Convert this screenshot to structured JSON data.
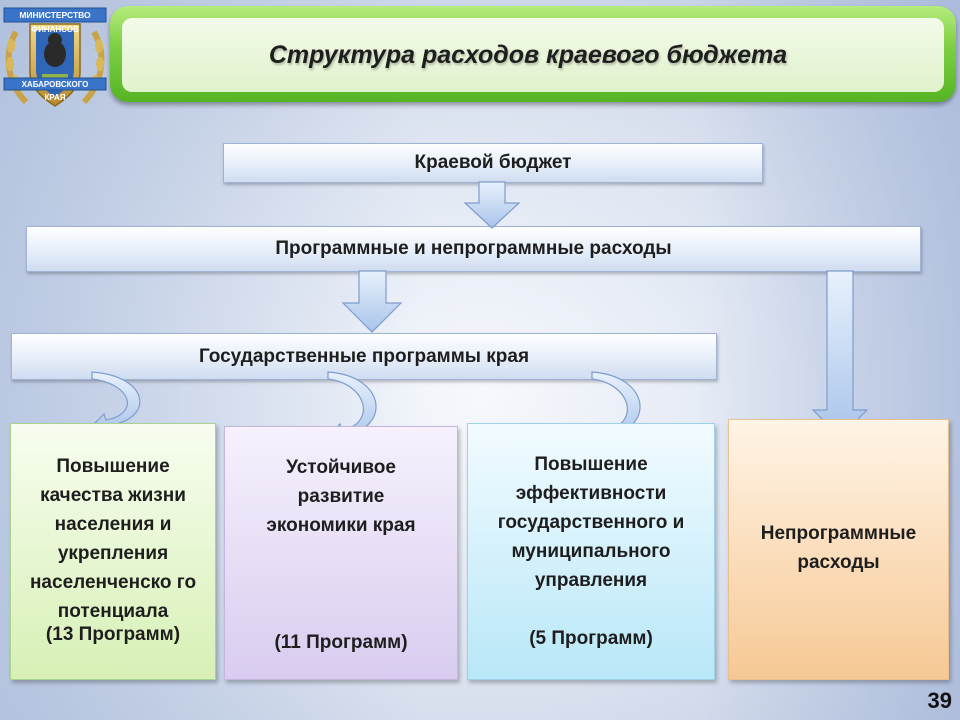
{
  "emblem": {
    "line1": "МИНИСТЕРСТВО",
    "line2": "ФИНАНСОВ",
    "line3": "ХАБАРОВСКОГО",
    "line4": "КРАЯ"
  },
  "title": "Структура расходов краевого бюджета",
  "levels": {
    "budget": "Краевой бюджет",
    "expenses": "Программные и непрограммные расходы",
    "programs": "Государственные программы края"
  },
  "boxes": [
    {
      "text": "Повышение качества жизни населения и укрепления населенченско го потенциала",
      "count": "(13 Программ)"
    },
    {
      "text": "Устойчивое развитие экономики края",
      "count": "(11 Программ)"
    },
    {
      "text": "Повышение эффективности государственного и муниципального управления",
      "count": "(5 Программ)"
    },
    {
      "text": "Непрограммные расходы"
    }
  ],
  "page_number": "39",
  "colors": {
    "title_frame": "#7fd044",
    "box_green": "#d7f0b5",
    "box_purple": "#d9ccf0",
    "box_cyan": "#b8e7f7",
    "box_orange": "#f6c894",
    "arrow_fill": "#c7daf3"
  }
}
